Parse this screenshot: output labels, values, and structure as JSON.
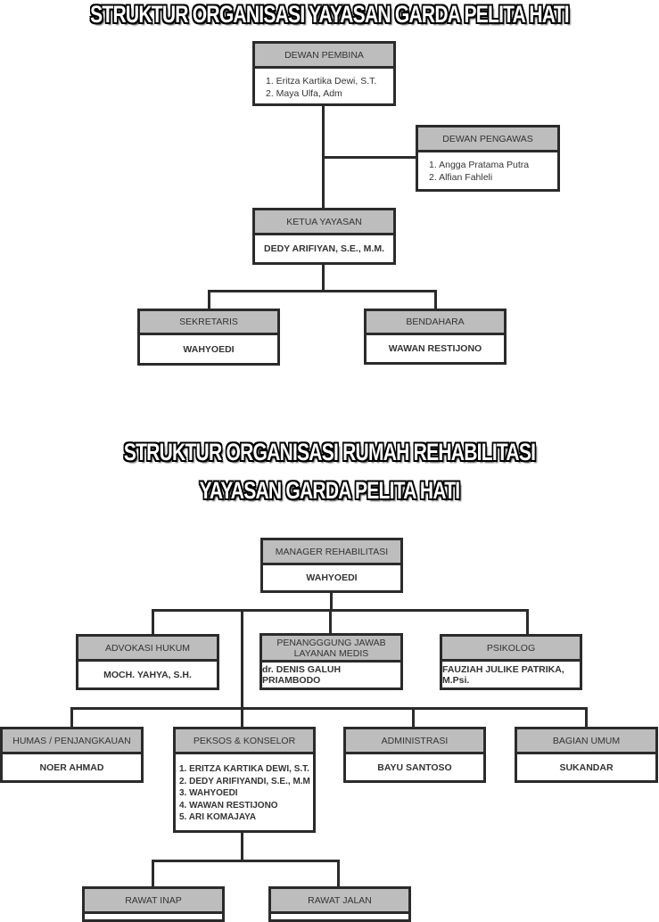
{
  "titles": {
    "foundation": "STRUKTUR ORGANISASI YAYASAN GARDA PELITA HATI",
    "rehab_line1": "STRUKTUR ORGANISASI RUMAH REHABILITASI",
    "rehab_line2": "YAYASAN GARDA PELITA HATI"
  },
  "colors": {
    "header_fill": "#bdbdbd",
    "border": "#2b2b2b"
  },
  "boxes": [
    {
      "id": "dewan-pembina",
      "title": "DEWAN PEMBINA",
      "members": [
        "1. Eritza Kartika Dewi, S.T.",
        "2. Maya Ulfa, Adm"
      ]
    },
    {
      "id": "dewan-pengawas",
      "title": "DEWAN PENGAWAS",
      "members": [
        "1. Angga Pratama Putra",
        "2. Alfian Fahleli"
      ]
    },
    {
      "id": "ketua-yayasan",
      "title": "KETUA YAYASAN",
      "members": [
        "DEDY ARIFIYAN, S.E., M.M."
      ]
    },
    {
      "id": "sekretaris",
      "title": "SEKRETARIS",
      "members": [
        "WAHYOEDI"
      ]
    },
    {
      "id": "bendahara",
      "title": "BENDAHARA",
      "members": [
        "WAWAN RESTIJONO"
      ]
    },
    {
      "id": "manager-rehabilitasi",
      "title": "MANAGER REHABILITASI",
      "members": [
        "WAHYOEDI"
      ]
    },
    {
      "id": "advokasi-hukum",
      "title": "ADVOKASI HUKUM",
      "members": [
        "MOCH. YAHYA, S.H."
      ]
    },
    {
      "id": "penanggung-jawab-medis",
      "title": "PENANGGGUNG JAWAB LAYANAN MEDIS",
      "members": [
        "dr. DENIS GALUH PRIAMBODO"
      ]
    },
    {
      "id": "psikolog",
      "title": "PSIKOLOG",
      "members": [
        "FAUZIAH JULIKE PATRIKA, M.Psi."
      ]
    },
    {
      "id": "humas",
      "title": "HUMAS / PENJANGKAUAN",
      "members": [
        "NOER AHMAD"
      ]
    },
    {
      "id": "peksos-konselor",
      "title": "PEKSOS & KONSELOR",
      "members": [
        "1. ERITZA KARTIKA DEWI, S.T.",
        "2. DEDY ARIFIYANDI, S.E., M.M",
        "3. WAHYOEDI",
        "4. WAWAN RESTIJONO",
        "5. ARI KOMAJAYA"
      ]
    },
    {
      "id": "administrasi",
      "title": "ADMINISTRASI",
      "members": [
        "BAYU SANTOSO"
      ]
    },
    {
      "id": "bagian-umum",
      "title": "BAGIAN UMUM",
      "members": [
        "SUKANDAR"
      ]
    },
    {
      "id": "rawat-inap",
      "title": "RAWAT INAP",
      "members": []
    },
    {
      "id": "rawat-jalan",
      "title": "RAWAT JALAN",
      "members": []
    }
  ]
}
